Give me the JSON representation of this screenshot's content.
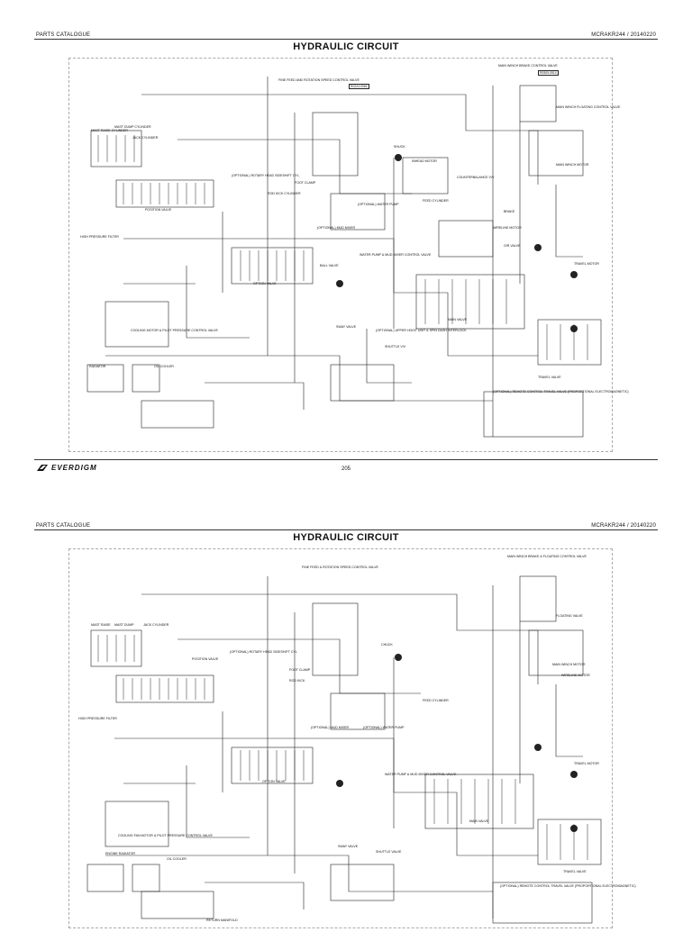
{
  "pages": [
    {
      "header_left": "PARTS CATALOGUE",
      "header_right": "MCRAKR244 / 20140220",
      "title": "HYDRAULIC CIRCUIT",
      "page_number": "205",
      "brand": "EVERDIGM",
      "labels": [
        "MAIN WINCH BRAKE CONTROL VALVE",
        "R9309-0914",
        "FINE FEED AND ROTATION SPEED CONTROL VALVE",
        "R0224-0061",
        "MAIN WINCH FLOATING CONTROL VALVE",
        "MAST RAISE CYLINDER",
        "MAST DUMP CYLINDER",
        "JACK CYLINDER",
        "SHUCK",
        "INHEAD MOTOR",
        "COUNTERBALANCE V/V",
        "MAIN WINCH MOTOR",
        "(OPTIONAL) ROTARY HEAD SIDESHIFT CYL.",
        "ROD KICK CYLINDER",
        "FOOT CLAMP",
        "(OPTIONAL) WATER PUMP",
        "FEED CYLINDER",
        "POSITION VALVE",
        "HIGH PRESSURE FILTER",
        "(OPTIONAL) MUD MIXER",
        "BRAKE",
        "WIRELINE MOTOR",
        "O/R VALVE",
        "TRAVEL MOTOR",
        "BALL VALVE",
        "WATER PUMP & MUD MIXER CONTROL VALVE",
        "OPTION VALVE",
        "MAIN VALVE",
        "COOLING MOTOR & PILOT PRESSURE CONTROL VALVE",
        "SWAY VALVE",
        "(OPTIONAL) UPPER HOIST UNIT & SPIN DASH INTERLOCK",
        "SHUTTLE V/V",
        "RADIATOR",
        "OIL COOLER",
        "TRAVEL VALVE",
        "(OPTIONAL) REMOTE CONTROL TRAVEL VALVE (PROPORTIONAL ELECTROMAGNETIC)"
      ]
    },
    {
      "header_left": "PARTS CATALOGUE",
      "header_right": "MCRAKR244 / 20140220",
      "title": "HYDRAULIC CIRCUIT",
      "labels": [
        "MAIN WINCH BRAKE & FLOATING CONTROL VALVE",
        "FINE FEED & ROTATION SPEED CONTROL VALVE",
        "FLOATING VALVE",
        "MAST RAISE",
        "MAST DUMP",
        "JACK CYLINDER",
        "CHUCK",
        "POSITION VALVE",
        "(OPTIONAL) ROTARY HEAD SIDESHIFT CYL",
        "FOOT CLAMP",
        "MAIN WINCH MOTOR",
        "ROD KICK",
        "WIRELINE MOTOR",
        "FEED CYLINDER",
        "HIGH PRESSURE FILTER",
        "(OPTIONAL) MUD MIXER",
        "(OPTIONAL) WATER PUMP",
        "OPTION VALVE",
        "WATER PUMP & MUD MIXER CONTROL VALVE",
        "TRAVEL MOTOR",
        "MAIN VALVE",
        "COOLING FAN MOTOR & PILOT PRESSURE CONTROL VALVE",
        "SWAY VALVE",
        "SHUTTLE VALVE",
        "ENGINE RADIATOR",
        "OIL COOLER",
        "TRAVEL VALVE",
        "RETURN MANIFOLD",
        "(OPTIONAL) REMOTE CONTROL TRAVEL VALVE (PROPORTIONAL ELECTROMAGNETIC)"
      ]
    }
  ]
}
